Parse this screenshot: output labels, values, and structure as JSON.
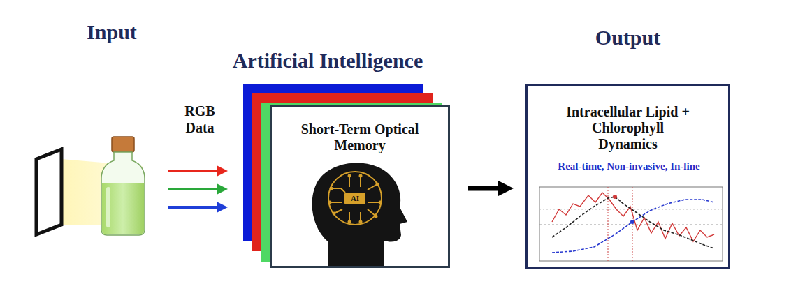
{
  "diagram": {
    "nodes": [
      {
        "text": [
          "Artificial Intelligence",
          "Short-Term Optical Memory"
        ]
      },
      {
        "text": [
          "Output",
          "Intracellular Lipid + Chlorophyll Dynamics",
          "Real-time, Non-invasive, In-line"
        ]
      }
    ],
    "edges": [
      {
        "from": 0,
        "to": 1,
        "arrow": "to"
      }
    ],
    "labels": [
      "Input",
      "RGB Data",
      "AI"
    ]
  }
}
